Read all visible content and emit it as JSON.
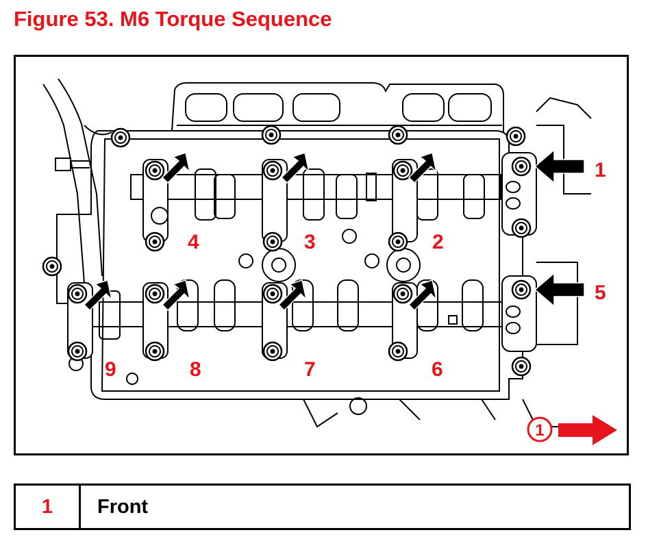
{
  "title": "Figure 53.  M6 Torque Sequence",
  "diagram": {
    "bolt_labels": [
      "1",
      "2",
      "3",
      "4",
      "5",
      "6",
      "7",
      "8",
      "9"
    ],
    "front_marker": "1"
  },
  "legend": {
    "key": "1",
    "text": "Front"
  },
  "colors": {
    "label_red": "#e8141b",
    "line_black": "#000000"
  }
}
